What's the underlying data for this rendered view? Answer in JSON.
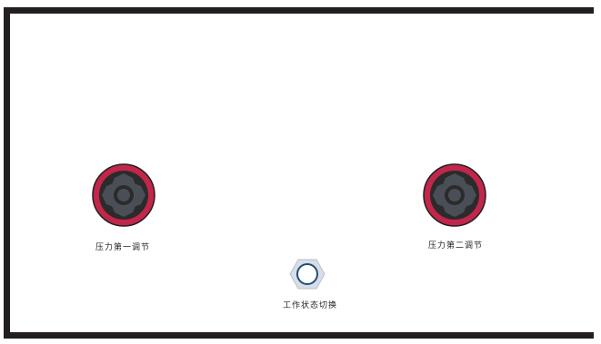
{
  "colors": {
    "frame": "#231f20",
    "knob_ring": "#c2264a",
    "knob_dark": "#2b2b2b",
    "knob_grey": "#4a4f57",
    "switch_fill": "#d8dde6",
    "switch_ring": "#1f4e7a"
  },
  "controls": {
    "knob1": {
      "label": "压力第一调节",
      "icon": "rotary-knob-icon"
    },
    "knob2": {
      "label": "压力第二调节",
      "icon": "rotary-knob-icon"
    },
    "switch": {
      "label": "工作状态切换",
      "icon": "hex-toggle-button-icon"
    }
  }
}
